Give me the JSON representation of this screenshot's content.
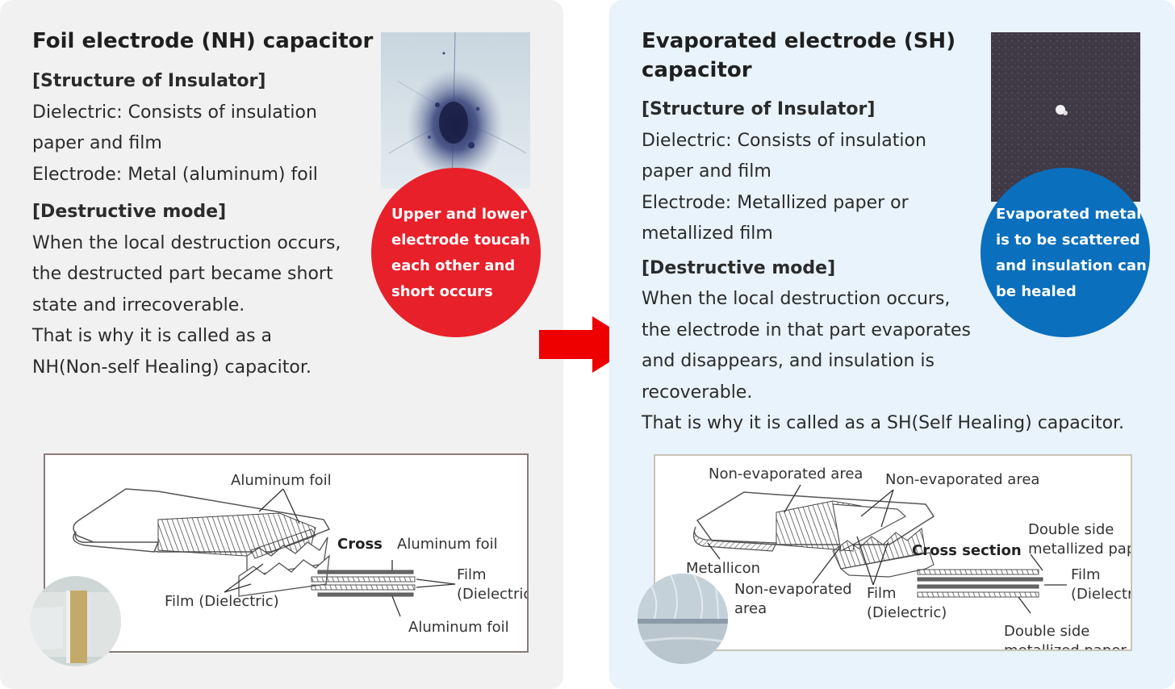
{
  "left": {
    "title": "Foil electrode (NH) capacitor",
    "structure_heading": "[Structure of Insulator]",
    "structure_lines": [
      "Dielectric: Consists of insulation",
      "paper and film",
      "Electrode: Metal (aluminum) foil"
    ],
    "mode_heading": "[Destructive mode]",
    "mode_lines": [
      "When the local destruction occurs,",
      "the destructed part became short",
      "state and irrecoverable.",
      "That is why it is called as a",
      "NH(Non-self Healing) capacitor."
    ],
    "bubble_lines": [
      "Upper and lower",
      "electrode toucah",
      "each other and",
      "short occurs"
    ],
    "bubble_color": "#e8202a",
    "figure_labels": {
      "aluminum_foil_top": "Aluminum foil",
      "cross": "Cross",
      "aluminum_foil_right": "Aluminum foil",
      "film": "Film",
      "dielectric_paren": "(Dielectric)",
      "film_dielectric": "Film (Dielectric)",
      "aluminum_foil_bottom": "Aluminum foil"
    }
  },
  "right": {
    "title_lines": [
      "Evaporated electrode (SH)",
      "capacitor"
    ],
    "structure_heading": "[Structure of Insulator]",
    "structure_lines": [
      "Dielectric:  Consists of insulation",
      "paper and film",
      "Electrode: Metallized paper or",
      "metallized film"
    ],
    "mode_heading": "[Destructive mode]",
    "mode_lines": [
      "When the local destruction occurs,",
      "the electrode in that part evaporates",
      "and disappears, and insulation is",
      "recoverable.",
      "That is why it is called as a SH(Self Healing) capacitor."
    ],
    "bubble_lines": [
      "Evaporated metal",
      "is to be scattered",
      "and insulation can",
      "be healed"
    ],
    "bubble_color": "#0a6fbd",
    "figure_labels": {
      "non_evap_1": "Non-evaporated area",
      "non_evap_2": "Non-evaporated area",
      "cross_section": "Cross section",
      "double_side_1a": "Double side",
      "double_side_1b": "metallized paper",
      "metallicon": "Metallicon",
      "non_evap_3a": "Non-evaporated",
      "non_evap_3b": "area",
      "film_a": "Film",
      "film_b": "(Dielectric)",
      "film_right_a": "Film",
      "film_right_b": "(Dielectric)",
      "double_side_2a": "Double side",
      "double_side_2b": "metallized paper"
    }
  },
  "arrow_color": "#ee0000"
}
